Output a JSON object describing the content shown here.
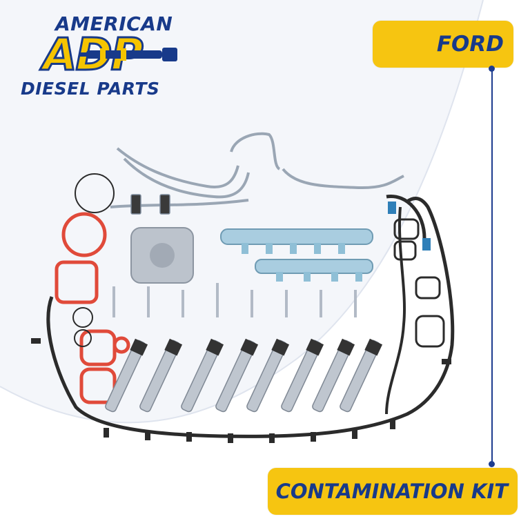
{
  "brand": {
    "line_top": "AMERICAN",
    "line_mid": "ADP",
    "line_bottom": "DIESEL PARTS"
  },
  "tags": {
    "make": "FORD",
    "product": "CONTAMINATION KIT"
  },
  "colors": {
    "brand_blue": "#183a8a",
    "brand_yellow": "#f6c511",
    "background": "#f4f6fa",
    "gasket_red": "#e04a3a"
  },
  "icons": {
    "logo_injector": "fuel-injector-icon"
  }
}
